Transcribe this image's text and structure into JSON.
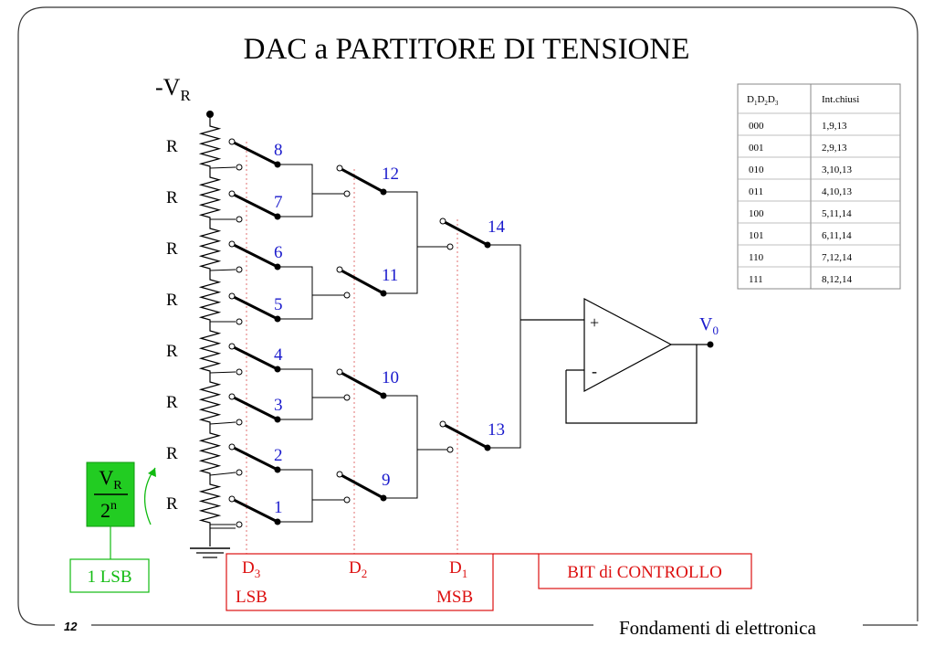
{
  "title": "DAC a PARTITORE DI TENSIONE",
  "supply": {
    "prefix": "-V",
    "sub": "R"
  },
  "resistor_label": "R",
  "switch_numbers": [
    "1",
    "2",
    "3",
    "4",
    "5",
    "6",
    "7",
    "8",
    "9",
    "10",
    "11",
    "12",
    "13",
    "14"
  ],
  "opamp": {
    "plus": "+",
    "minus": "-",
    "out_main": "V",
    "out_sub": "0"
  },
  "table": {
    "header_code": {
      "d1": "D",
      "s1": "1",
      "d2": "D",
      "s2": "2",
      "d3": "D",
      "s3": "3"
    },
    "header_switches": "Int.chiusi",
    "rows": [
      {
        "code": "000",
        "switches": "1,9,13"
      },
      {
        "code": "001",
        "switches": "2,9,13"
      },
      {
        "code": "010",
        "switches": "3,10,13"
      },
      {
        "code": "011",
        "switches": "4,10,13"
      },
      {
        "code": "100",
        "switches": "5,11,14"
      },
      {
        "code": "101",
        "switches": "6,11,14"
      },
      {
        "code": "110",
        "switches": "7,12,14"
      },
      {
        "code": "111",
        "switches": "8,12,14"
      }
    ]
  },
  "lsb_box": {
    "num_main": "V",
    "num_sub": "R",
    "den_main": "2",
    "den_sup": "n",
    "label": "1 LSB"
  },
  "bits": {
    "d3": {
      "main": "D",
      "sub": "3",
      "note": "LSB"
    },
    "d2": {
      "main": "D",
      "sub": "2"
    },
    "d1": {
      "main": "D",
      "sub": "1",
      "note": "MSB"
    },
    "control_label": "BIT di CONTROLLO"
  },
  "footer": {
    "page": "12",
    "course": "Fondamenti di elettronica"
  },
  "colors": {
    "accent_blue": "#1a1acc",
    "accent_red": "#dd1111",
    "accent_green": "#11bb11",
    "lsb_fill": "#22cc22"
  }
}
